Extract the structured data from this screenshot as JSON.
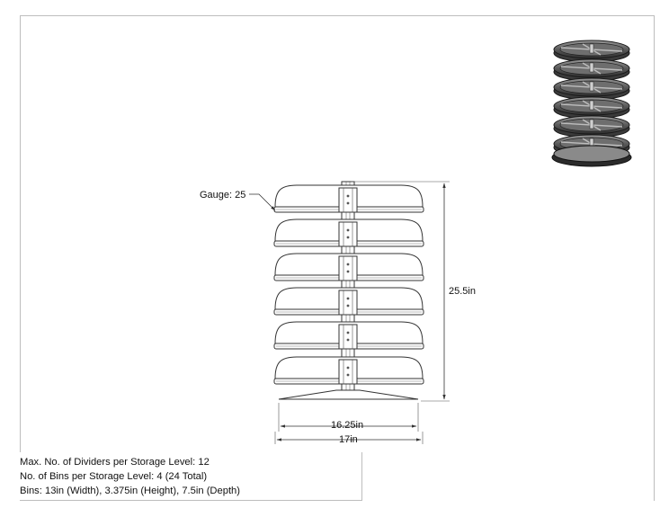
{
  "drawing": {
    "callouts": {
      "gauge": "Gauge: 25",
      "overall_height": "25.5in",
      "inner_width": "16.25in",
      "overall_width": "17in"
    },
    "levels": 6,
    "specs": [
      "Max. No. of Dividers per Storage Level: 12",
      "No. of Bins per Storage Level: 4 (24 Total)",
      "Bins: 13in (Width), 3.375in (Height), 7.5in (Depth)"
    ]
  }
}
